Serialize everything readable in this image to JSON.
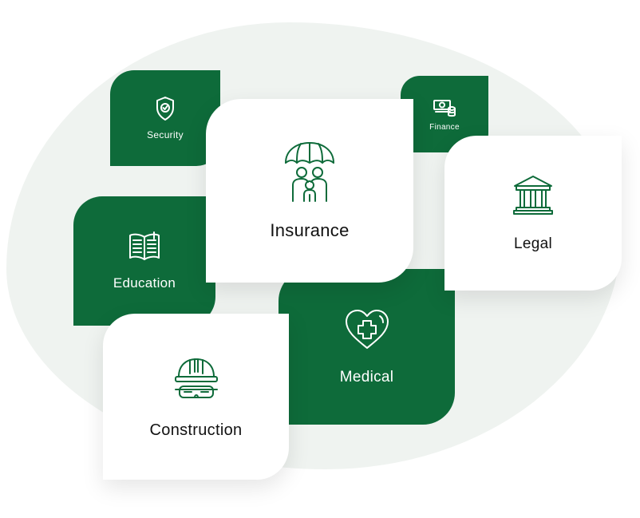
{
  "colors": {
    "brand_green": "#0e6b3a",
    "background_blob": "#eff3f0",
    "card_white": "#ffffff"
  },
  "categories": {
    "security": {
      "label": "Security",
      "icon": "shield-check-icon"
    },
    "finance": {
      "label": "Finance",
      "icon": "money-coins-icon"
    },
    "education": {
      "label": "Education",
      "icon": "open-book-icon"
    },
    "insurance": {
      "label": "Insurance",
      "icon": "umbrella-family-icon"
    },
    "legal": {
      "label": "Legal",
      "icon": "courthouse-icon"
    },
    "medical": {
      "label": "Medical",
      "icon": "heart-cross-icon"
    },
    "construction": {
      "label": "Construction",
      "icon": "hardhat-goggles-icon"
    }
  }
}
